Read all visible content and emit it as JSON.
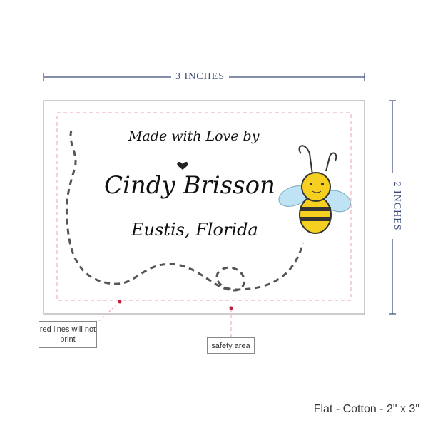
{
  "dimensions": {
    "width": "3 INCHES",
    "height": "2 INCHES"
  },
  "card": {
    "line1": "Made with Love by",
    "name": "Cindy Brisson",
    "location": "Eustis, Florida"
  },
  "callouts": {
    "red_lines": "red lines will not print",
    "safety": "safety area"
  },
  "product": "Flat - Cotton - 2\" x 3\"",
  "colors": {
    "dimension": "#3a4a7a",
    "safety_line": "#e8a0b0",
    "marker": "#c0203a",
    "bee_yellow": "#f5d020",
    "wing_blue": "#bfe3f5"
  }
}
